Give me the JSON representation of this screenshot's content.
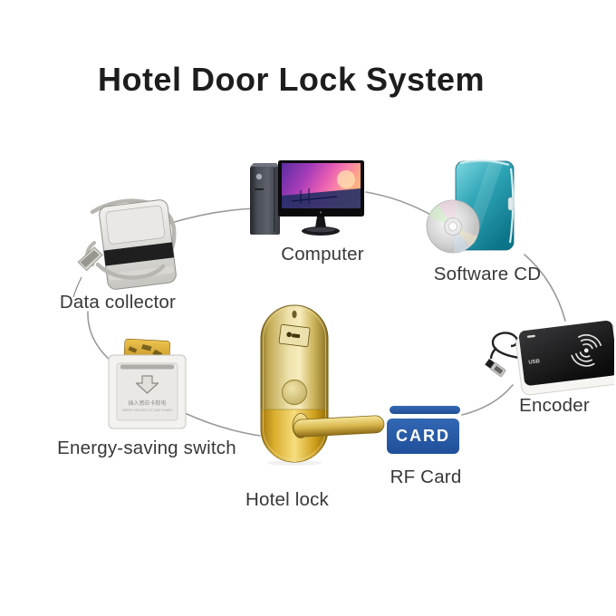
{
  "title": "Hotel Door Lock System",
  "labels": {
    "computer": "Computer",
    "software_cd": "Software CD",
    "data_collector": "Data collector",
    "energy_switch": "Energy-saving switch",
    "hotel_lock": "Hotel lock",
    "encoder": "Encoder",
    "rf_card": "RF Card"
  },
  "rf_card_device": {
    "text": "CARD",
    "color": "#2a5ca8"
  },
  "energy_switch_panel": {
    "line1": "插入感应卡取电",
    "line2": "INSERT KEYCARD TO TAKE POWER"
  },
  "encoder_device": {
    "logo": "USB"
  },
  "colors": {
    "curve": "#9a9a98",
    "title_text": "#1d1d1d",
    "label_text": "#383838",
    "card_blue": "#2a5ca8",
    "lock_gold": "#d9c06a",
    "box_teal": "#2da4b5"
  }
}
